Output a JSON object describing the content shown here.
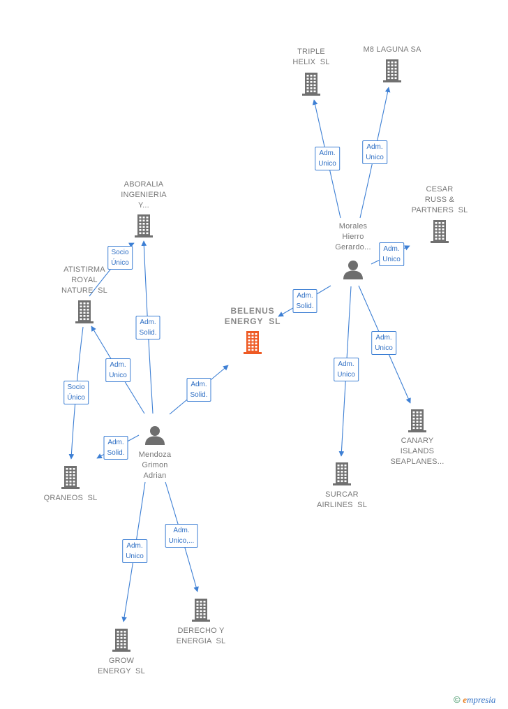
{
  "colors": {
    "edge": "#3d7fd4",
    "building": "#707070",
    "building_main": "#ee5a24",
    "person": "#6e6e6e"
  },
  "nodes": [
    {
      "id": "belenus",
      "type": "company",
      "main": true,
      "label": "BELENUS\nENERGY  SL"
    },
    {
      "id": "triple",
      "type": "company",
      "label": "TRIPLE\nHELIX  SL"
    },
    {
      "id": "m8",
      "type": "company",
      "label": "M8 LAGUNA SA"
    },
    {
      "id": "cesar",
      "type": "company",
      "label": "CESAR\nRUSS &\nPARTNERS  SL"
    },
    {
      "id": "morales",
      "type": "person",
      "label": "Morales\nHierro\nGerardo..."
    },
    {
      "id": "canary",
      "type": "company",
      "label": "CANARY\nISLANDS\nSEAPLANES..."
    },
    {
      "id": "surcar",
      "type": "company",
      "label": "SURCAR\nAIRLINES  SL"
    },
    {
      "id": "aboralia",
      "type": "company",
      "label": "ABORALIA\nINGENIERIA\nY..."
    },
    {
      "id": "atistirma",
      "type": "company",
      "label": "ATISTIRMA\nROYAL\nNATURE  SL"
    },
    {
      "id": "qraneos",
      "type": "company",
      "label": "QRANEOS  SL"
    },
    {
      "id": "mendoza",
      "type": "person",
      "label": "Mendoza\nGrimon\nAdrian"
    },
    {
      "id": "grow",
      "type": "company",
      "label": "GROW\nENERGY  SL"
    },
    {
      "id": "derecho",
      "type": "company",
      "label": "DERECHO Y\nENERGIA  SL"
    }
  ],
  "edges": [
    {
      "from": "morales",
      "to": "triple",
      "label": "Adm.\nUnico"
    },
    {
      "from": "morales",
      "to": "m8",
      "label": "Adm.\nUnico"
    },
    {
      "from": "morales",
      "to": "cesar",
      "label": "Adm.\nUnico"
    },
    {
      "from": "morales",
      "to": "belenus",
      "label": "Adm.\nSolid."
    },
    {
      "from": "morales",
      "to": "canary",
      "label": "Adm.\nUnico"
    },
    {
      "from": "morales",
      "to": "surcar",
      "label": "Adm.\nUnico"
    },
    {
      "from": "mendoza",
      "to": "belenus",
      "label": "Adm.\nSolid."
    },
    {
      "from": "mendoza",
      "to": "aboralia",
      "label": "Adm.\nSolid."
    },
    {
      "from": "mendoza",
      "to": "atistirma",
      "label": "Adm.\nUnico"
    },
    {
      "from": "mendoza",
      "to": "qraneos",
      "label": "Adm.\nSolid."
    },
    {
      "from": "mendoza",
      "to": "grow",
      "label": "Adm.\nUnico"
    },
    {
      "from": "mendoza",
      "to": "derecho",
      "label": "Adm.\nUnico,..."
    },
    {
      "from": "atistirma",
      "to": "aboralia",
      "label": "Socio\nÚnico"
    },
    {
      "from": "atistirma",
      "to": "qraneos",
      "label": "Socio\nÚnico"
    }
  ],
  "footer": {
    "copyright_symbol": "©",
    "brand_initial": "e",
    "brand_rest": "mpresia"
  }
}
